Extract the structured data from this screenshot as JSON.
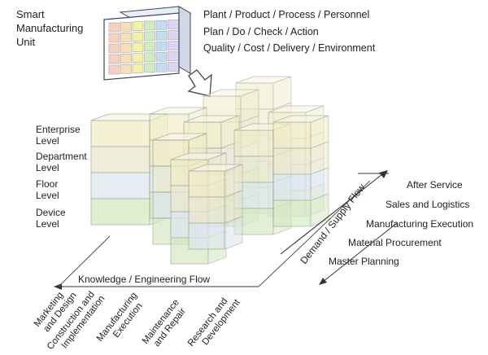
{
  "unit_title": [
    "Smart",
    "Manufacturing",
    "Unit"
  ],
  "dimensions": [
    "Plant / Product / Process / Personnel",
    "Plan / Do / Check / Action",
    "Quality / Cost / Delivery / Environment"
  ],
  "levels": [
    [
      "Enterprise",
      "Level"
    ],
    [
      "Department",
      "Level"
    ],
    [
      "Floor",
      "Level"
    ],
    [
      "Device",
      "Level"
    ]
  ],
  "supply_stages": [
    "After Service",
    "Sales and Logistics",
    "Manufacturing Execution",
    "Material Procurement",
    "Master Planning"
  ],
  "flows": {
    "supply": "Demand / Supply Flow",
    "knowledge": "Knowledge / Engineering Flow"
  },
  "lifecycle": [
    [
      "Marketing",
      "and Design"
    ],
    [
      "Construction and",
      "Implementation"
    ],
    [
      "Manufacturing",
      "Execution"
    ],
    [
      "Maintenance",
      "and Repair"
    ],
    [
      "Research and",
      "Development"
    ]
  ],
  "colors": {
    "enterprise": "#f1edc8",
    "department": "#ece9cf",
    "floor": "#dfe6ee",
    "device": "#d6e9c4",
    "edge": "#8f9a8a"
  }
}
